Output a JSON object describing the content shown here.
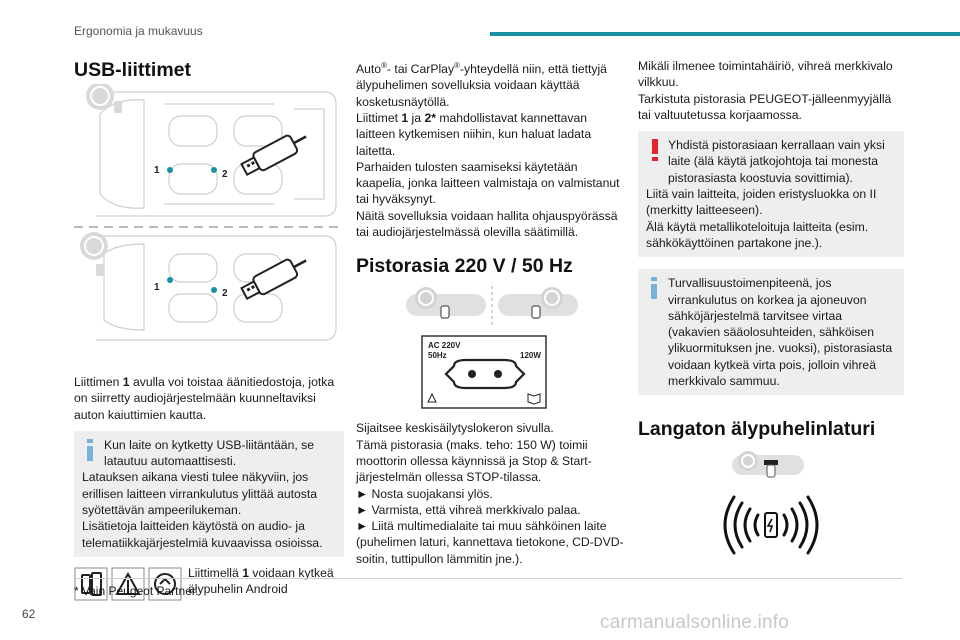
{
  "header": {
    "section": "Ergonomia ja mukavuus"
  },
  "col1": {
    "title": "USB-liittimet",
    "diagram1_labels": [
      "1",
      "2"
    ],
    "diagram2_labels": [
      "1",
      "2"
    ],
    "p1_a": "Liittimen ",
    "p1_b": "1",
    "p1_c": " avulla voi toistaa äänitiedostoja, jotka on siirretty audiojärjestelmään kuunneltaviksi auton kaiuttimien kautta.",
    "info1": {
      "first": "Kun laite on kytketty USB-liitäntään, se latautuu automaattisesti.",
      "rest": "Latauksen aikana viesti tulee näkyviin, jos erillisen laitteen virrankulutus ylittää autosta syötettävän ampeerilukeman.\nLisätietoja laitteiden käytöstä on audio- ja telematiikkajärjestelmiä kuvaavissa osioissa."
    },
    "conn_a": "Liittimellä ",
    "conn_b": "1",
    "conn_c": " voidaan kytkeä älypuhelin Android"
  },
  "col2": {
    "p_auto_1": "Auto",
    "reg": "®",
    "p_auto_2": "- tai CarPlay",
    "p_auto_3": "-yhteydellä niin, että tiettyjä älypuhelimen sovelluksia voidaan käyttää kosketusnäytöllä.",
    "p_l1": "Liittimet ",
    "p_l2": "1",
    "p_l3": " ja ",
    "p_l4": "2*",
    "p_l5": " mahdollistavat kannettavan laitteen kytkemisen niihin, kun haluat ladata laitetta.",
    "p_best": "Parhaiden tulosten saamiseksi käytetään kaapelia, jonka laitteen valmistaja on valmistanut tai hyväksynyt.",
    "p_apps": "Näitä sovelluksia voidaan hallita ohjauspyörässä tai audiojärjestelmässä olevilla säätimillä.",
    "title2": "Pistorasia 220 V / 50 Hz",
    "socket": {
      "ac": "AC 220V",
      "hz": "50Hz",
      "w": "120W"
    },
    "p_loc": "Sijaitsee keskisäilytyslokeron sivulla.",
    "p_power": "Tämä pistorasia (maks. teho: 150 W) toimii moottorin ollessa käynnissä ja Stop & Start-järjestelmän ollessa STOP-tilassa.",
    "steps": [
      "► Nosta suojakansi ylös.",
      "► Varmista, että vihreä merkkivalo palaa.",
      "► Liitä multimedialaite tai muu sähköinen laite (puhelimen laturi, kannettava tietokone, CD-DVD-soitin, tuttipullon lämmitin jne.)."
    ]
  },
  "col3": {
    "p1": "Mikäli ilmenee toimintahäiriö, vihreä merkkivalo vilkkuu.",
    "p2": "Tarkistuta pistorasia PEUGEOT-jälleenmyyjällä tai valtuutetussa korjaamossa.",
    "warn": {
      "first": "Yhdistä pistorasiaan kerrallaan vain yksi laite (älä käytä jatkojohtoja tai monesta pistorasiasta koostuvia sovittimia).",
      "rest": "Liitä vain laitteita, joiden eristysluokka on II (merkitty laitteeseen).\nÄlä käytä metallikoteloituja laitteita (esim. sähkökäyttöinen partakone jne.)."
    },
    "info2": {
      "first": "Turvallisuustoimenpiteenä, jos virrankulutus on korkea ja ajoneuvon sähköjärjestelmä tarvitsee virtaa (vakavien sääolosuhteiden, sähköisen ylikuormituksen jne. vuoksi), pistorasiasta voidaan kytkeä virta pois, jolloin vihreä merkkivalo sammuu."
    },
    "title3": "Langaton älypuhelinlaturi"
  },
  "footnote": "* Vain Peugeot Partner.",
  "page_number": "62",
  "watermark": "carmanualsonline.info",
  "colors": {
    "accent": "#1b8fa3",
    "info": "#7ab3d9",
    "warn": "#e3262e",
    "note_bg": "#eeeeee"
  }
}
